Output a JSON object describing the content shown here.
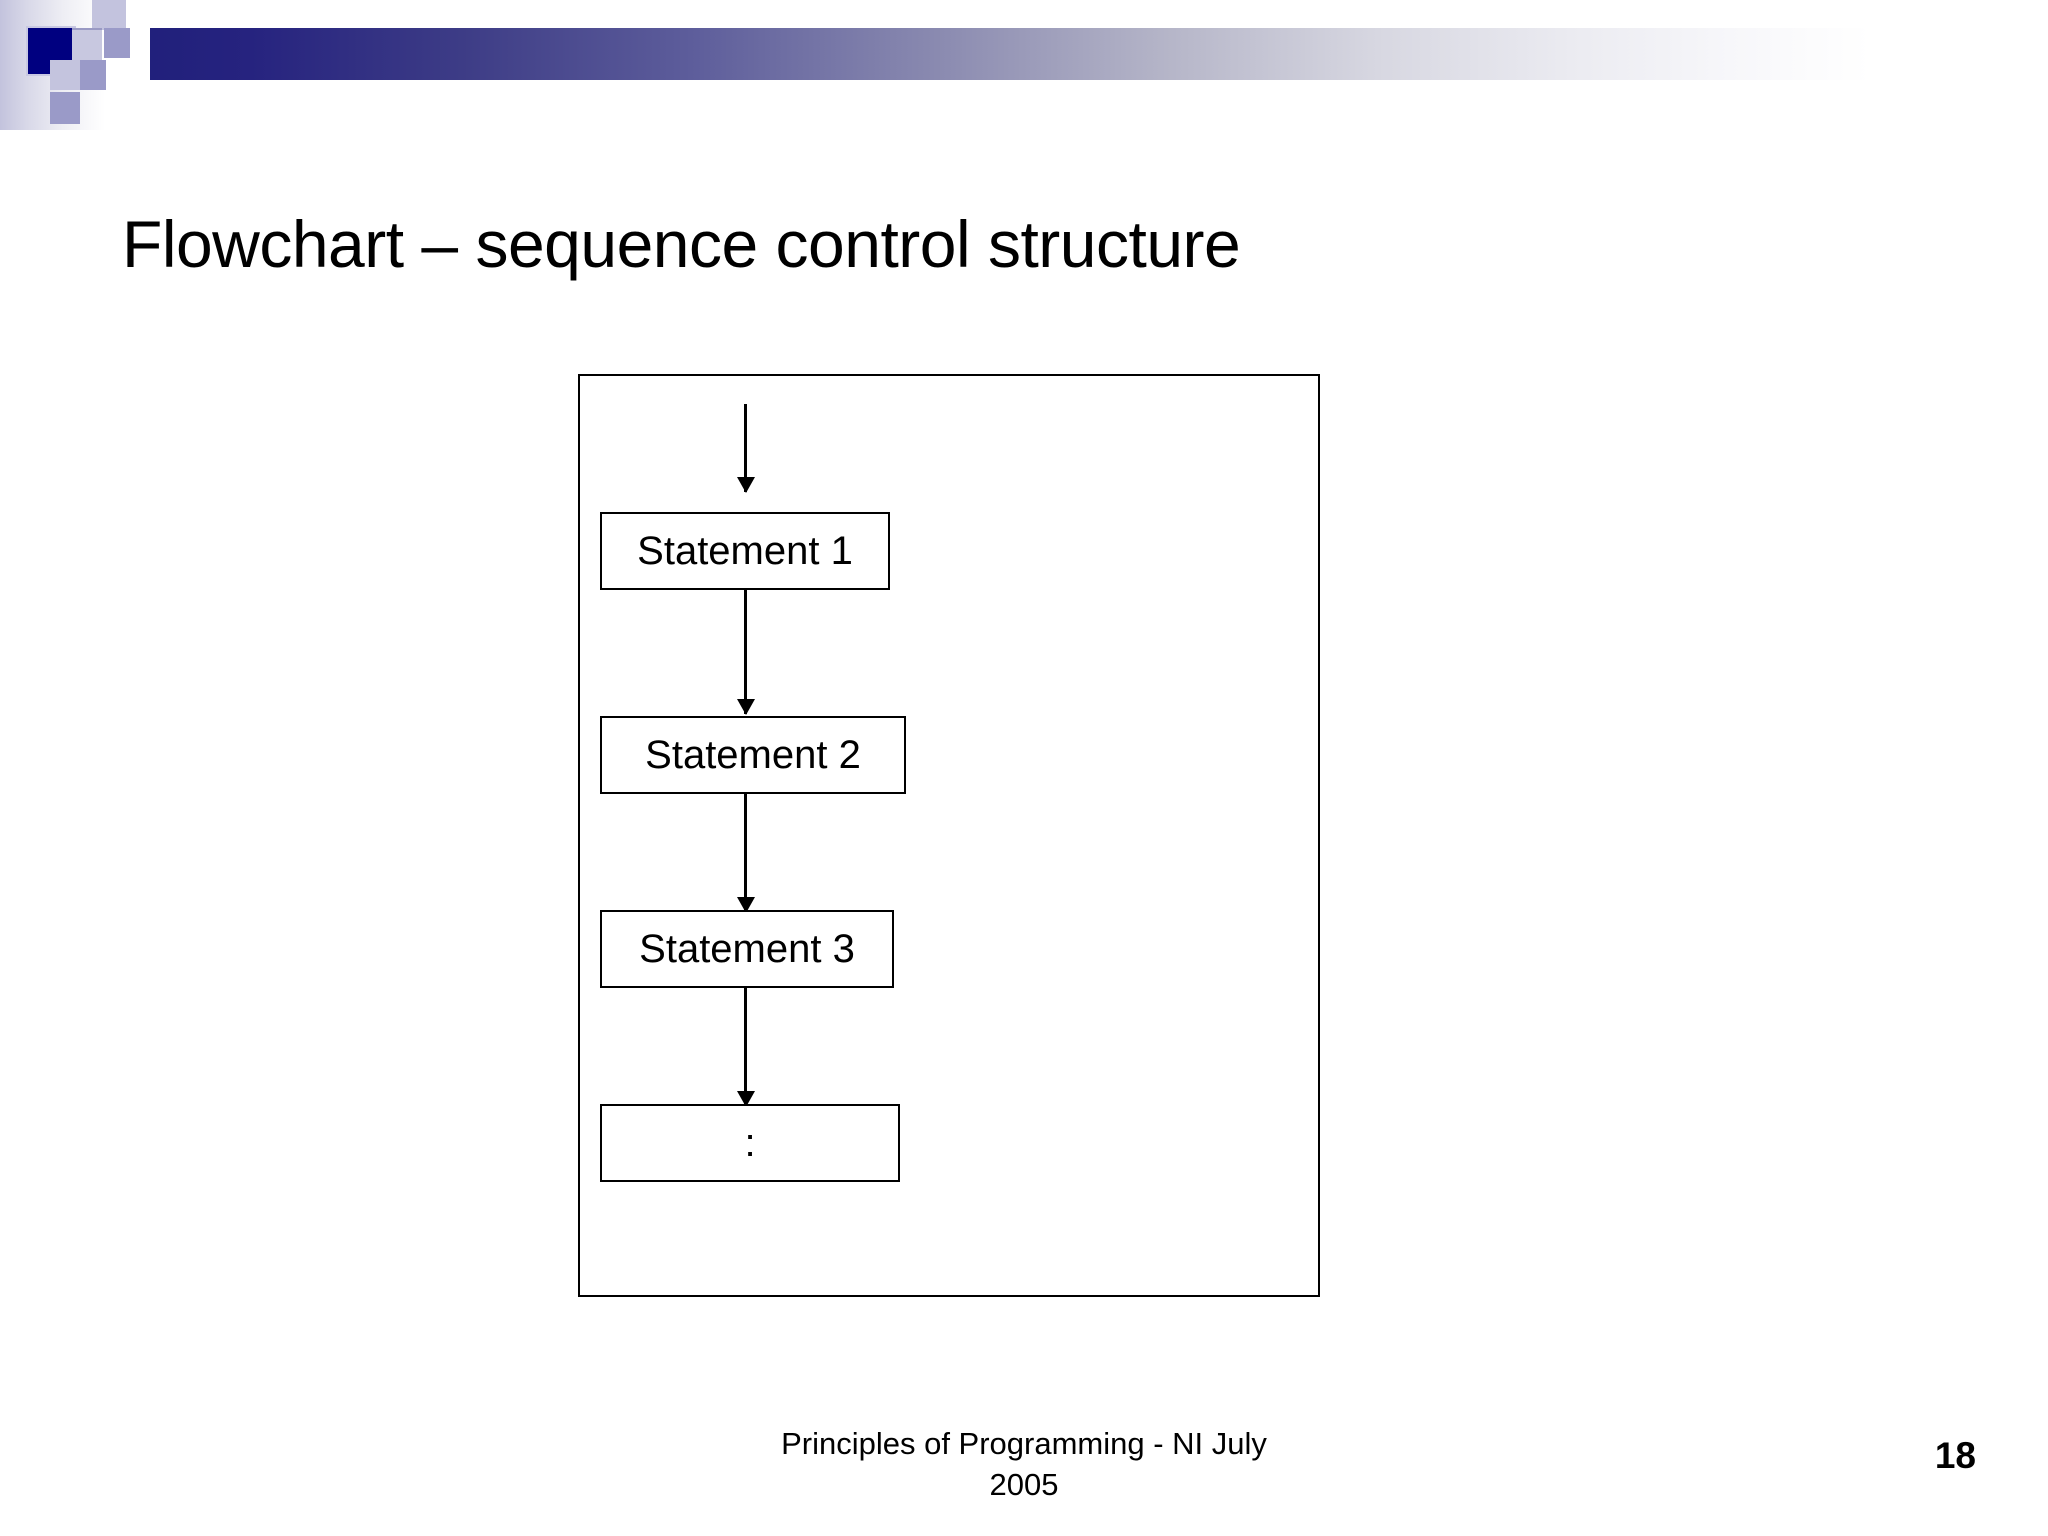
{
  "slide": {
    "title": "Flowchart – sequence control structure",
    "page_number": "18",
    "footer": {
      "line1": "Principles of Programming - NI July",
      "line2": "2005"
    }
  },
  "theme": {
    "accent_navy": "#000080",
    "band_dark": "#1f1f7a",
    "band_light": "#ffffff",
    "lavender": "#9a9ac8",
    "lavender_light": "#c3c3de",
    "text": "#000000",
    "background": "#ffffff"
  },
  "flowchart": {
    "type": "sequence-control-structure",
    "entry_arrow": true,
    "nodes": [
      {
        "id": "statement-1",
        "label": "Statement 1",
        "shape": "process"
      },
      {
        "id": "statement-2",
        "label": "Statement 2",
        "shape": "process"
      },
      {
        "id": "statement-3",
        "label": "Statement 3",
        "shape": "process"
      },
      {
        "id": "statement-ellipsis",
        "label": ":",
        "shape": "process"
      }
    ],
    "connectors": [
      {
        "from": "entry",
        "to": "statement-1",
        "style": "arrow-down"
      },
      {
        "from": "statement-1",
        "to": "statement-2",
        "style": "arrow-down"
      },
      {
        "from": "statement-2",
        "to": "statement-3",
        "style": "arrow-down"
      },
      {
        "from": "statement-3",
        "to": "statement-ellipsis",
        "style": "arrow-down"
      }
    ]
  }
}
